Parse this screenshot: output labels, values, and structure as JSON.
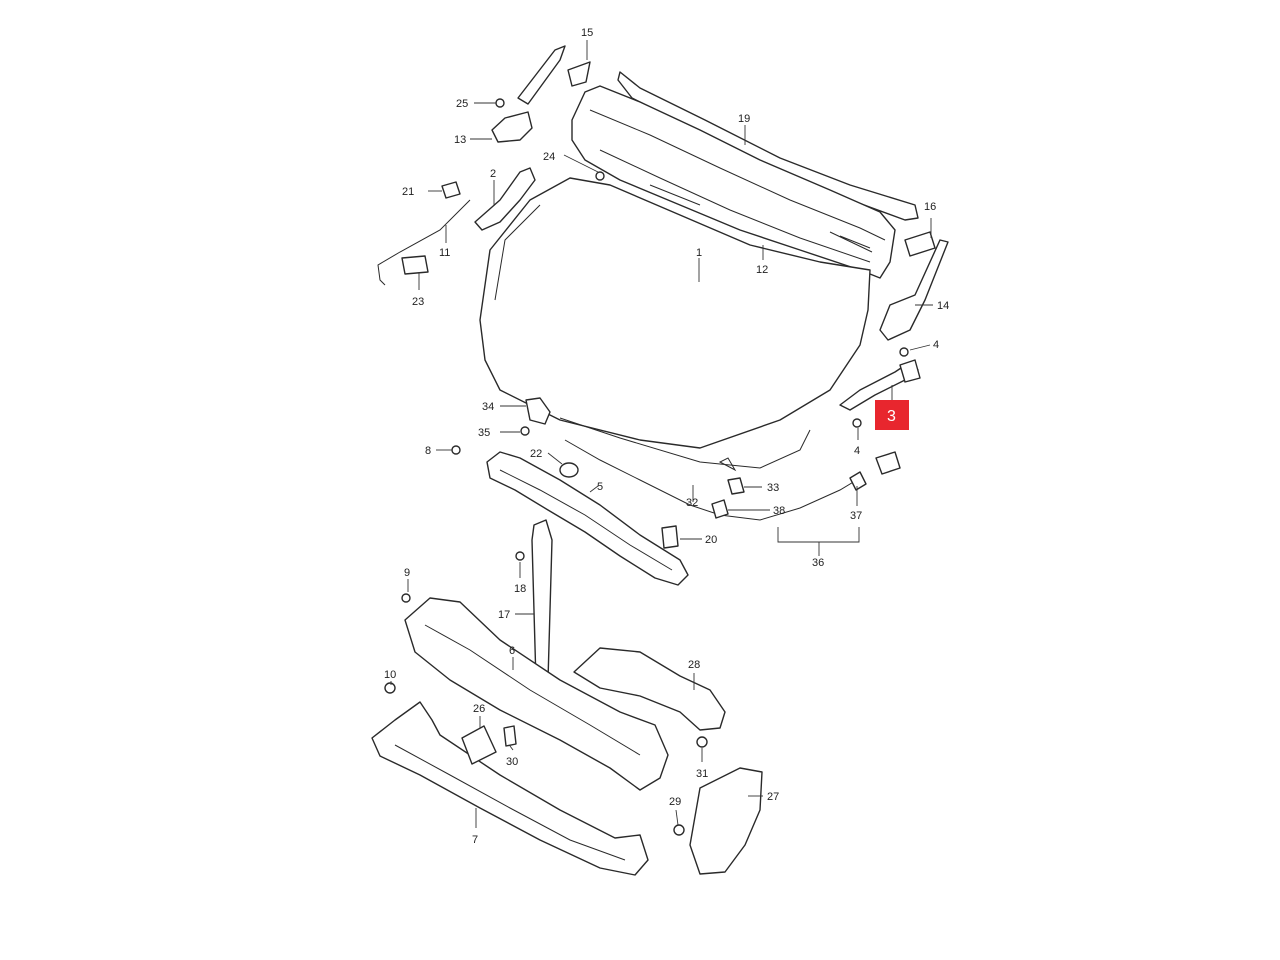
{
  "highlight": {
    "part_number": "3",
    "color": "#e8262e"
  },
  "callouts": {
    "c1": "1",
    "c2": "2",
    "c4a": "4",
    "c4b": "4",
    "c5": "5",
    "c6": "6",
    "c7": "7",
    "c8": "8",
    "c9": "9",
    "c10": "10",
    "c11": "11",
    "c12": "12",
    "c13": "13",
    "c14": "14",
    "c15": "15",
    "c16": "16",
    "c17": "17",
    "c18": "18",
    "c19": "19",
    "c20": "20",
    "c21": "21",
    "c22": "22",
    "c23": "23",
    "c24": "24",
    "c25": "25",
    "c26": "26",
    "c27": "27",
    "c28": "28",
    "c29": "29",
    "c30": "30",
    "c31": "31",
    "c32": "32",
    "c33": "33",
    "c34": "34",
    "c35": "35",
    "c36": "36",
    "c37": "37",
    "c38": "38"
  }
}
